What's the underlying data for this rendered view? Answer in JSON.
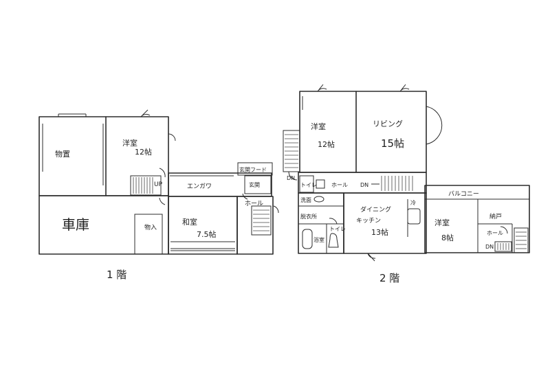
{
  "floor1": {
    "label": "1 階",
    "rooms": {
      "storage": "物置",
      "western_room": "洋室",
      "western_room_size": "12帖",
      "garage": "車庫",
      "japanese_room": "和室",
      "japanese_room_size": "7.5帖",
      "veranda": "エンガワ",
      "entrance_hood": "玄関フード",
      "entrance": "玄関",
      "hall": "ホール",
      "closet": "物入",
      "up_mark": "UP"
    }
  },
  "floor2": {
    "label": "2 階",
    "rooms": {
      "western_room_a": "洋室",
      "western_room_a_size": "12帖",
      "living": "リビング",
      "living_size": "15帖",
      "hall": "ホール",
      "dn_mark_1": "DN",
      "dn_mark_2": "DN",
      "dn_mark_3": "DN",
      "toilet_top": "トイレ",
      "washroom": "洗面",
      "dressing": "脱衣所",
      "bath": "浴室",
      "toilet_bottom": "トイレ",
      "dining_kitchen": "ダイニング",
      "dining_kitchen_2": "キッチン",
      "dining_kitchen_size": "13帖",
      "fridge": "冷",
      "balcony": "バルコニー",
      "western_room_b": "洋室",
      "western_room_b_size": "8帖",
      "storage_room": "納戸",
      "hall_b": "ホール"
    }
  }
}
